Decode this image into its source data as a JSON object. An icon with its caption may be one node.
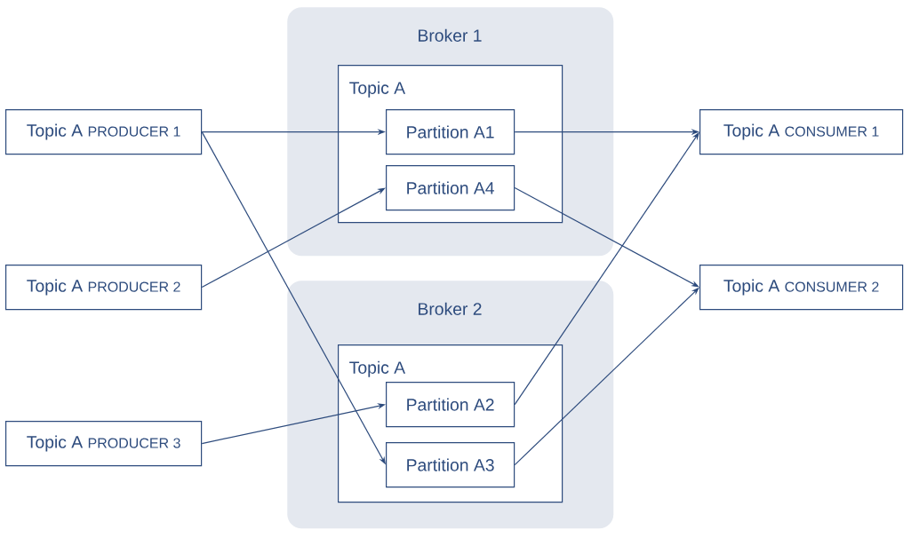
{
  "diagram": {
    "nodes": [
      {
        "text": [
          "Broker 1"
        ]
      },
      {
        "text": [
          "Topic A"
        ],
        "in": 0
      },
      {
        "text": [
          "Partition A1"
        ],
        "in": 1
      },
      {
        "text": [
          "Partition A4"
        ],
        "in": 1
      },
      {
        "text": [
          "Broker 2"
        ]
      },
      {
        "text": [
          "Topic A"
        ],
        "in": 4
      },
      {
        "text": [
          "Partition A2"
        ],
        "in": 5
      },
      {
        "text": [
          "Partition A3"
        ],
        "in": 5
      },
      {
        "text": [
          "Topic A",
          "PRODUCER 1"
        ]
      },
      {
        "text": [
          "Topic A",
          "PRODUCER 2"
        ]
      },
      {
        "text": [
          "Topic A",
          "PRODUCER 3"
        ]
      },
      {
        "text": [
          "Topic A",
          "CONSUMER 1"
        ]
      },
      {
        "text": [
          "Topic A",
          "CONSUMER 2"
        ]
      }
    ],
    "edges": [
      {
        "from": 8,
        "to": 2,
        "arrow": "to"
      },
      {
        "from": 8,
        "to": 7,
        "arrow": "to"
      },
      {
        "from": 9,
        "to": 3,
        "arrow": "to"
      },
      {
        "from": 10,
        "to": 6,
        "arrow": "to"
      },
      {
        "from": 2,
        "to": 11,
        "arrow": "to"
      },
      {
        "from": 6,
        "to": 11,
        "arrow": "to"
      },
      {
        "from": 3,
        "to": 12,
        "arrow": "to"
      },
      {
        "from": 7,
        "to": 12,
        "arrow": "to"
      }
    ]
  }
}
